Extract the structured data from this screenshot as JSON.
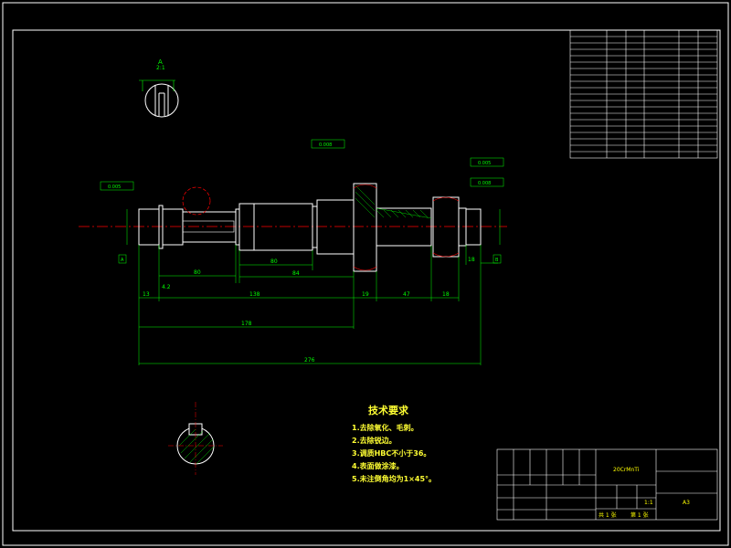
{
  "window": {
    "background": "#000000",
    "line_color": "#ffffff",
    "dim_color": "#00ff00",
    "center_color": "#ff0000",
    "text_color": "#ffff00"
  },
  "part_drawing": {
    "section_label": "A",
    "section_scale": "2:1",
    "dims_long": [
      "13",
      "138",
      "19",
      "47",
      "18"
    ],
    "dims_mid": [
      "80",
      "80",
      "84"
    ],
    "dim_overall_1": "178",
    "dim_overall_2": "276",
    "dim_right": "18",
    "dims_small": [
      "4.2"
    ],
    "tol_frames": [
      "0.005",
      "0.008",
      "0.005",
      "0.008"
    ],
    "datum_labels": [
      "A",
      "B"
    ]
  },
  "tech_requirements": {
    "title": "技术要求",
    "items": [
      "1.去除氧化、毛刺。",
      "2.去除锐边。",
      "3.调质HBC不小于36。",
      "4.表面做涂漆。",
      "5.未注倒角均为1×45°。"
    ]
  },
  "title_block": {
    "scale": "1:1",
    "sheet": "共 1 张",
    "sheet_of": "第 1 张",
    "material": "20CrMnTi",
    "drawing_no": "A3"
  }
}
